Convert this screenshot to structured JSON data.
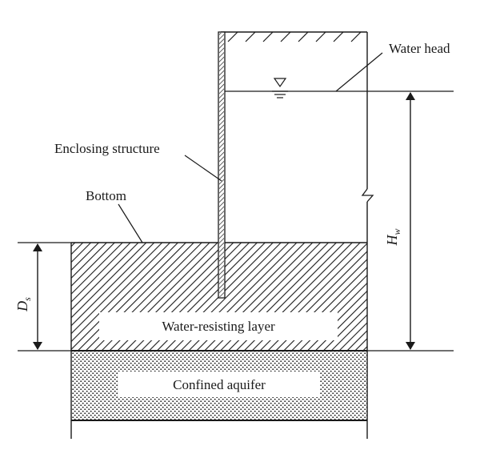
{
  "labels": {
    "water_head": "Water head",
    "enclosing_structure": "Enclosing structure",
    "bottom": "Bottom",
    "water_resisting_layer": "Water-resisting layer",
    "confined_aquifer": "Confined aquifer"
  },
  "symbols": {
    "hw_main": "H",
    "hw_sub": "w",
    "ds_main": "D",
    "ds_sub": "s"
  }
}
